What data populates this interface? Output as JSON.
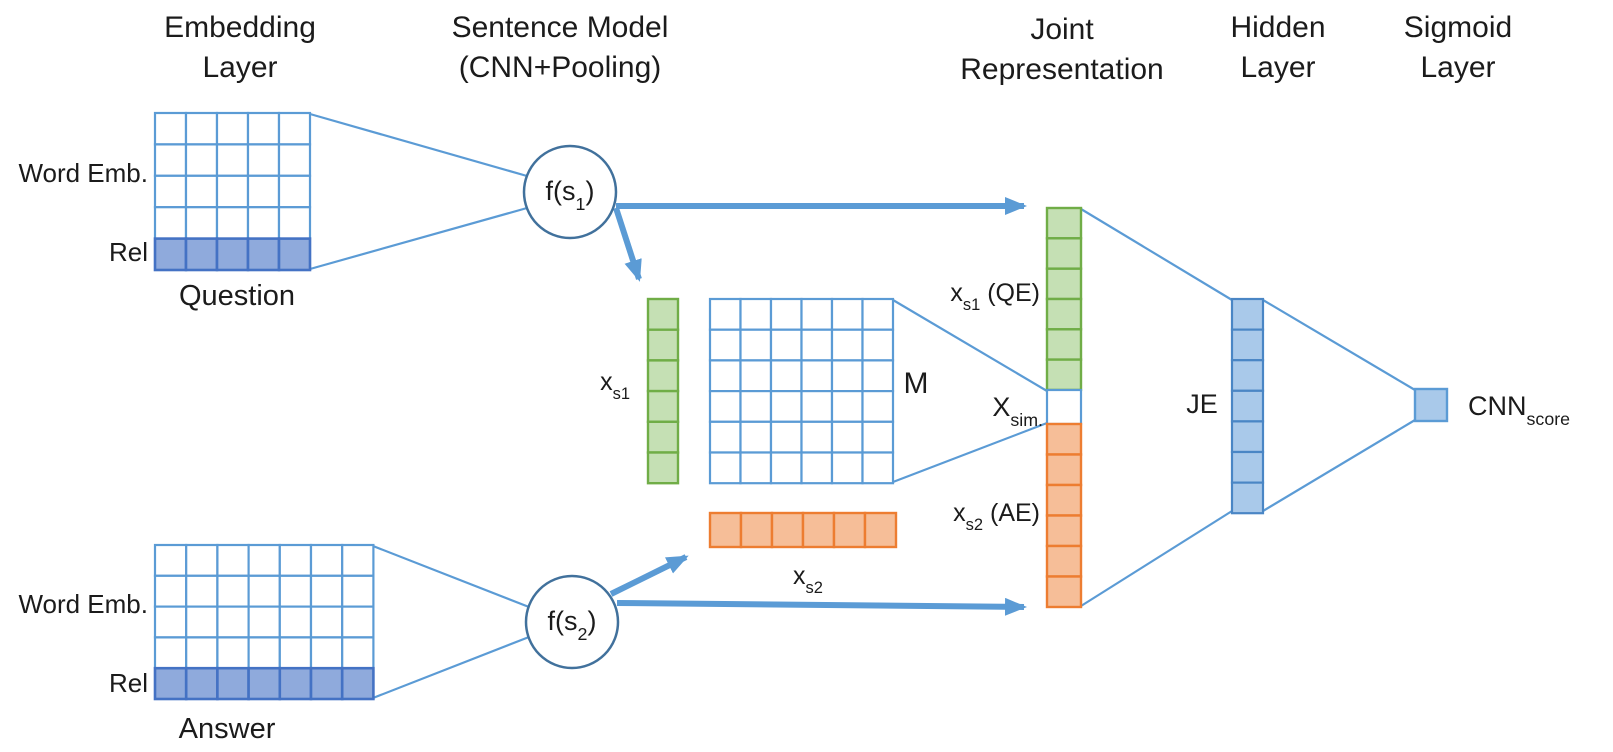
{
  "headers": {
    "embedding": "Embedding Layer",
    "sentence_model": "Sentence Model (CNN+Pooling)",
    "joint": "Joint Representation",
    "hidden": "Hidden Layer",
    "sigmoid": "Sigmoid Layer"
  },
  "question": {
    "word_emb": "Word Emb.",
    "rel": "Rel",
    "caption": "Question",
    "cols": 5,
    "rows": 5
  },
  "answer": {
    "word_emb": "Word Emb.",
    "rel": "Rel",
    "caption": "Answer",
    "cols": 7,
    "rows": 5
  },
  "functions": {
    "f1": {
      "pre": "f(s",
      "sub": "1",
      "post": ")"
    },
    "f2": {
      "pre": "f(s",
      "sub": "2",
      "post": ")"
    }
  },
  "vectors": {
    "xs1": {
      "base": "x",
      "sub": "s1",
      "cells": 6
    },
    "m": {
      "label": "M",
      "rows": 6,
      "cols": 6
    },
    "xs2": {
      "base": "x",
      "sub": "s2",
      "cells": 6
    }
  },
  "joint": {
    "qe": {
      "base": "x",
      "sub": "s1",
      "post": " (QE)",
      "cells": 6
    },
    "sim": {
      "base": "X",
      "sub": "sim."
    },
    "ae": {
      "base": "x",
      "sub": "s2",
      "post": " (AE)",
      "cells": 6
    }
  },
  "hidden": {
    "label": "JE",
    "cells": 7
  },
  "output": {
    "base": "CNN",
    "sub": "score"
  },
  "colors": {
    "line_blue": "#5B9BD5",
    "circle_border": "#41719C",
    "rel_fill": "#8FAADC",
    "rel_border": "#4472C4",
    "green_fill": "#C5E0B4",
    "green_border": "#70AD47",
    "orange_fill": "#F6BE98",
    "orange_border": "#ED7D31",
    "hidden_fill": "#A9C9EA",
    "hidden_border": "#4A86C5"
  }
}
